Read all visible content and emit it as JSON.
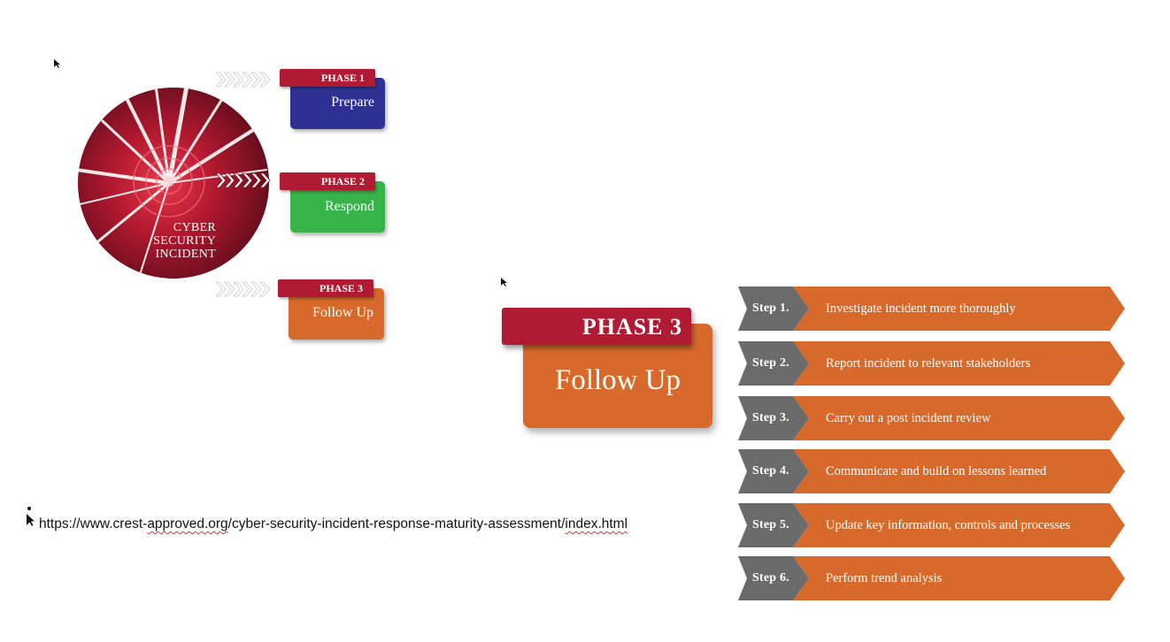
{
  "circle": {
    "line1": "CYBER",
    "line2": "SECURITY",
    "line3": "INCIDENT"
  },
  "phases": [
    {
      "tag": "PHASE 1",
      "label": "Prepare",
      "color": "#2e3192"
    },
    {
      "tag": "PHASE 2",
      "label": "Respond",
      "color": "#37b34a"
    },
    {
      "tag": "PHASE 3",
      "label": "Follow Up",
      "color": "#d76a2a"
    }
  ],
  "focus": {
    "tag": "PHASE 3",
    "label": "Follow Up"
  },
  "steps": [
    {
      "label": "Step 1.",
      "text": "Investigate incident more thoroughly"
    },
    {
      "label": "Step 2.",
      "text": "Report incident to relevant stakeholders"
    },
    {
      "label": "Step 3.",
      "text": "Carry out a post incident review"
    },
    {
      "label": "Step 4.",
      "text": "Communicate and build on lessons learned"
    },
    {
      "label": "Step 5.",
      "text": "Update key information, controls and processes"
    },
    {
      "label": "Step 6.",
      "text": "Perform trend analysis"
    }
  ],
  "url": {
    "part1": "https://www.crest-",
    "part2": "approved.org",
    "part3": "/cyber-security-incident-response-maturity-assessment/",
    "part4": "index.html"
  },
  "colors": {
    "brand_red": "#b01a32",
    "step_orange": "#d76a2a",
    "step_gray": "#6b6b6b"
  }
}
